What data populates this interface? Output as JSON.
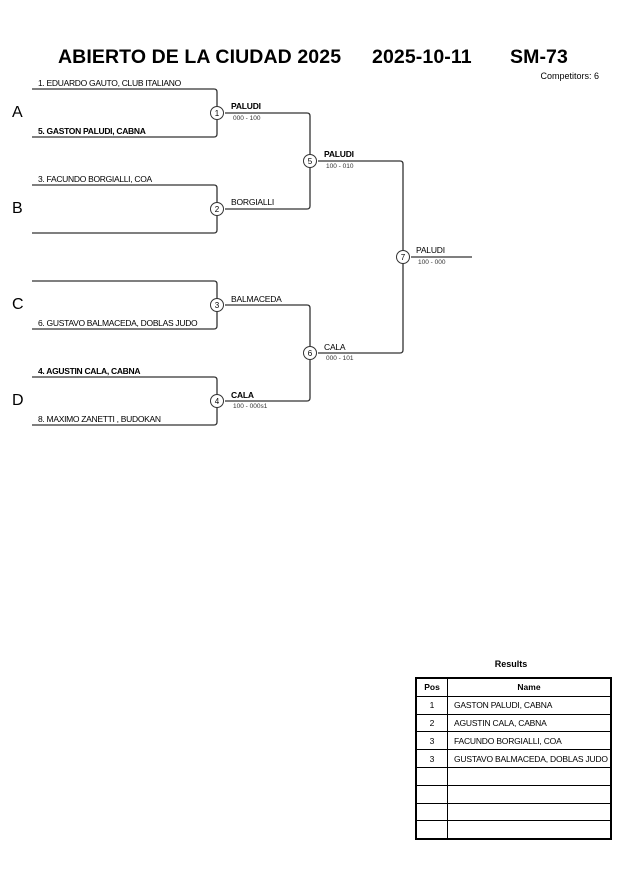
{
  "header": {
    "event": "ABIERTO DE LA CIUDAD 2025",
    "date": "2025-10-11",
    "category": "SM-73",
    "competitors": "Competitors: 6"
  },
  "pools": [
    "A",
    "B",
    "C",
    "D"
  ],
  "entrants": [
    {
      "label": "1. EDUARDO GAUTO, CLUB ITALIANO",
      "bold": false
    },
    {
      "label": "5. GASTON PALUDI, CABNA",
      "bold": true
    },
    {
      "label": "3. FACUNDO BORGIALLI, COA",
      "bold": false
    },
    {
      "label": "",
      "bold": false
    },
    {
      "label": "",
      "bold": false
    },
    {
      "label": "6. GUSTAVO BALMACEDA, DOBLAS JUDO",
      "bold": false
    },
    {
      "label": "4. AGUSTIN CALA, CABNA",
      "bold": true
    },
    {
      "label": "8. MAXIMO  ZANETTI , BUDOKAN",
      "bold": false
    }
  ],
  "matches": [
    {
      "number": "1",
      "winner": "PALUDI",
      "score": "000 - 100",
      "bold": true
    },
    {
      "number": "2",
      "winner": "BORGIALLI",
      "score": "",
      "bold": false
    },
    {
      "number": "3",
      "winner": "BALMACEDA",
      "score": "",
      "bold": false
    },
    {
      "number": "4",
      "winner": "CALA",
      "score": "100 - 000s1",
      "bold": true
    },
    {
      "number": "5",
      "winner": "PALUDI",
      "score": "100 - 010",
      "bold": true
    },
    {
      "number": "6",
      "winner": "CALA",
      "score": "000 - 101",
      "bold": false
    },
    {
      "number": "7",
      "winner": "PALUDI",
      "score": "100 - 000",
      "bold": false
    }
  ],
  "results": {
    "title": "Results",
    "headers": {
      "pos": "Pos",
      "name": "Name"
    },
    "rows": [
      {
        "pos": "1",
        "name": "GASTON PALUDI, CABNA"
      },
      {
        "pos": "2",
        "name": "AGUSTIN CALA, CABNA"
      },
      {
        "pos": "3",
        "name": "FACUNDO BORGIALLI, COA"
      },
      {
        "pos": "3",
        "name": "GUSTAVO BALMACEDA, DOBLAS JUDO"
      },
      {
        "pos": "",
        "name": ""
      },
      {
        "pos": "",
        "name": ""
      },
      {
        "pos": "",
        "name": ""
      },
      {
        "pos": "",
        "name": ""
      }
    ]
  }
}
